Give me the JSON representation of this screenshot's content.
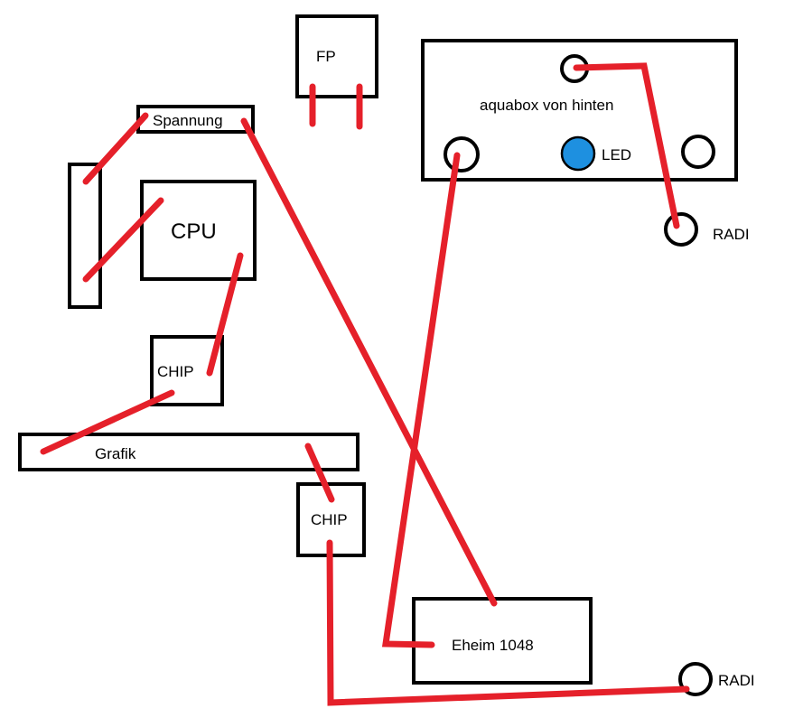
{
  "labels": {
    "fp": "FP",
    "spannung": "Spannung",
    "cpu": "CPU",
    "chip_top": "CHIP",
    "grafik": "Grafik",
    "chip_bottom": "CHIP",
    "eheim": "Eheim 1048",
    "aquabox": "aquabox von hinten",
    "led": "LED",
    "radi_top": "RADI",
    "radi_bottom": "RADI"
  },
  "colors": {
    "pipe": "#e5202a",
    "outline": "#000000",
    "led": "#1e90e0",
    "background": "#ffffff"
  }
}
